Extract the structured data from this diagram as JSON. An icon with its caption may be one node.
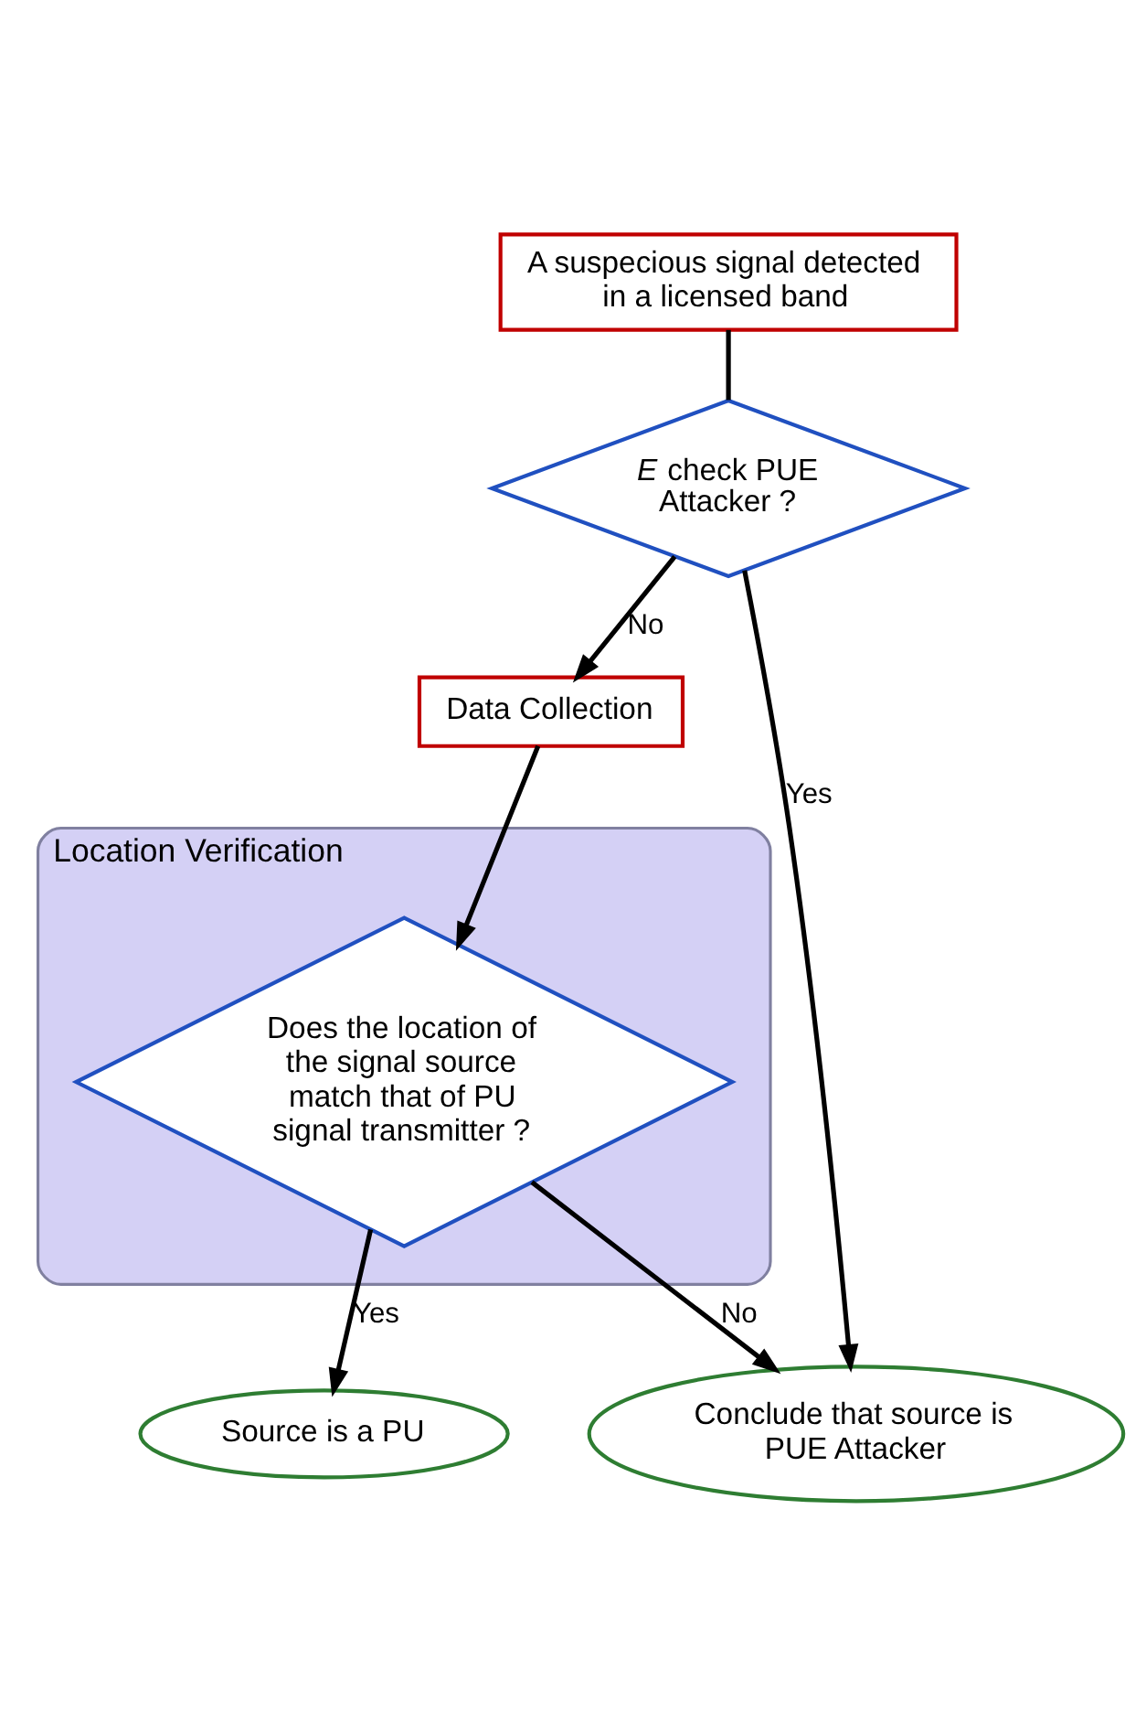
{
  "diagram": {
    "nodes": [
      {
        "text": [
          "A suspecious signal detected in a licensed band"
        ]
      },
      {
        "text": [
          "*E* check PUE Attacker ?"
        ]
      },
      {
        "text": [
          "Data Collection"
        ]
      },
      {
        "text": [
          "Location Verification"
        ]
      },
      {
        "text": [
          "Does the location of the signal source match that of PU signal transmitter ?"
        ],
        "in": 3
      },
      {
        "text": [
          "Source is a PU"
        ]
      },
      {
        "text": [
          "Conclude that source is PUE Attacker"
        ]
      }
    ],
    "edges": [
      {
        "from": 0,
        "to": 1,
        "arrow": "none"
      },
      {
        "from": 1,
        "to": 2,
        "arrow": "to",
        "label": "No"
      },
      {
        "from": 1,
        "to": 6,
        "arrow": "to",
        "label": "Yes"
      },
      {
        "from": 2,
        "to": 4,
        "arrow": "to"
      },
      {
        "from": 4,
        "to": 5,
        "arrow": "to",
        "label": "Yes"
      },
      {
        "from": 4,
        "to": 6,
        "arrow": "to",
        "label": "No"
      }
    ]
  }
}
